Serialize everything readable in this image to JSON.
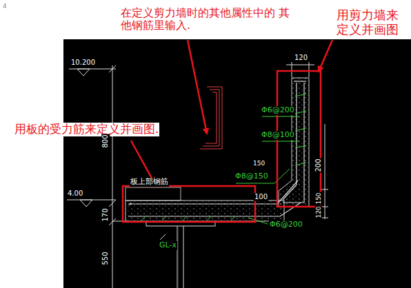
{
  "diagram": {
    "labels": [
      "4",
      "在定义剪力墙时的其他属性中的 其他钢筋里输入.",
      "用剪力墙来 定义并画图",
      "用板的受力筋来定义并画图.",
      "10.200",
      "800",
      "4.00",
      "170",
      "550",
      "120",
      "Φ6@200",
      "Φ8@100",
      "200",
      "Φ8@150",
      "150",
      "100",
      "150",
      "120",
      "板上部钢筋",
      "Φ6@200",
      "GL-x"
    ]
  }
}
